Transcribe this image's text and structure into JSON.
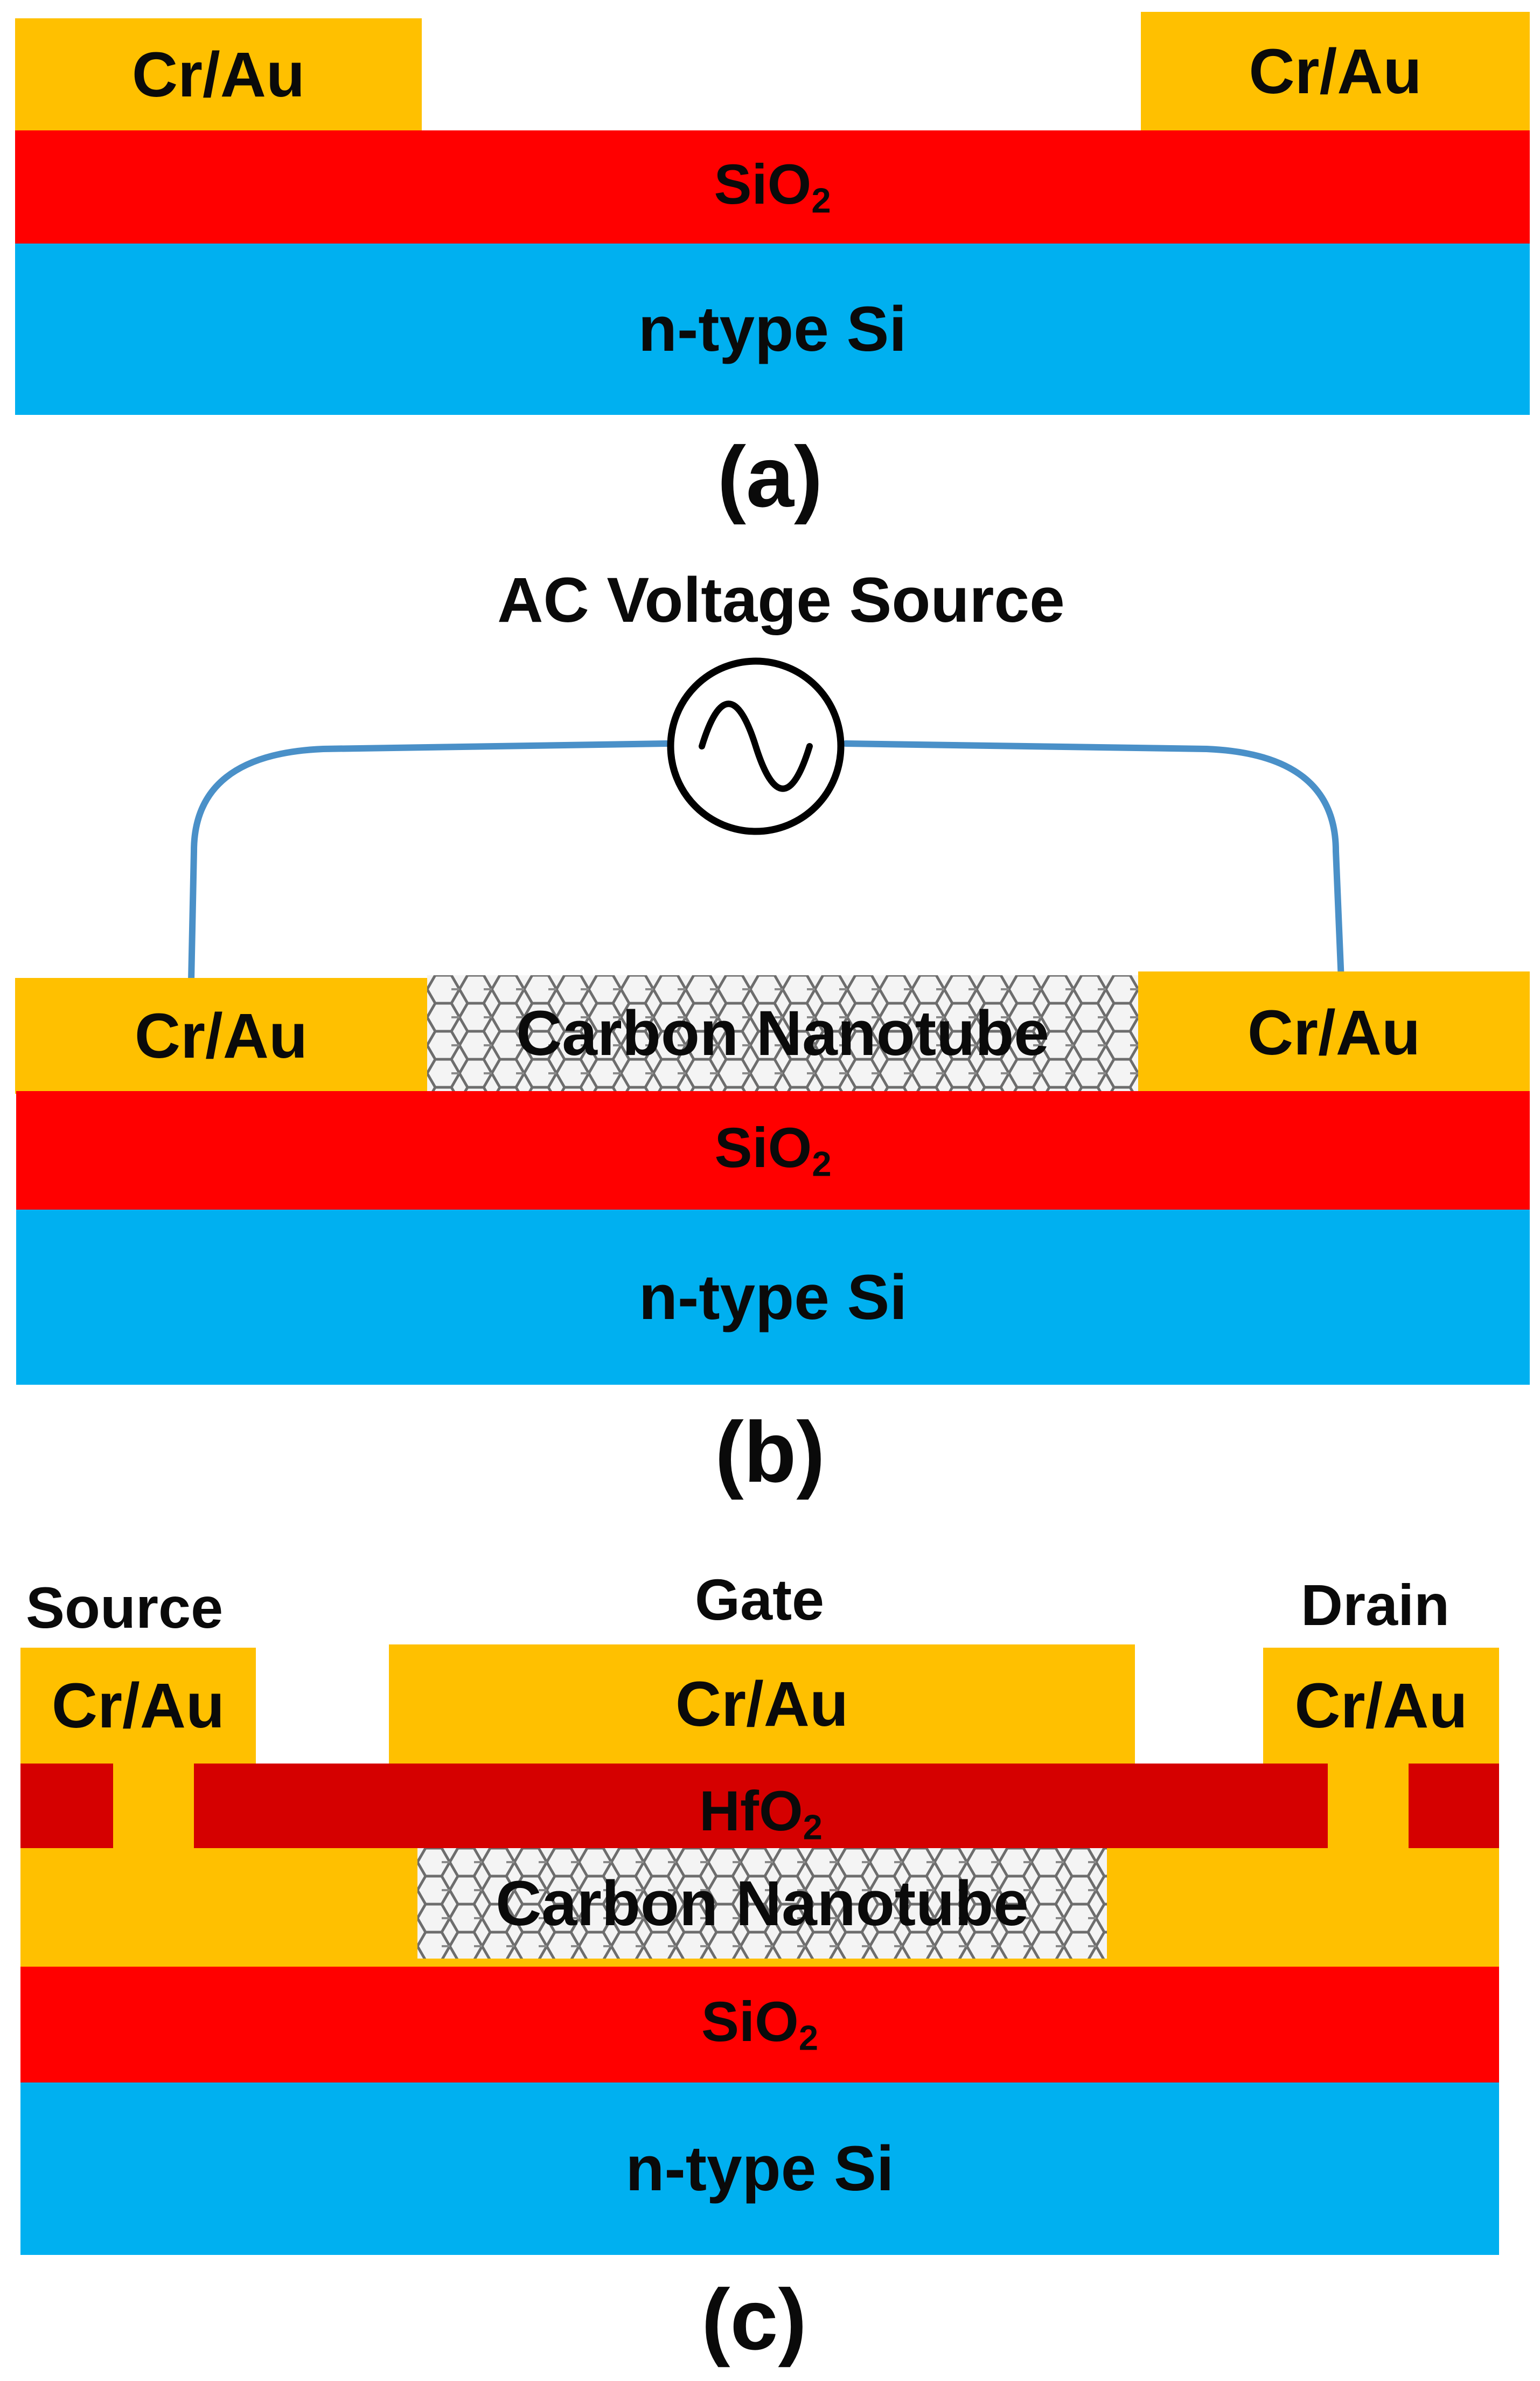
{
  "colors": {
    "metal": "#FFC000",
    "sio2": "#FF0000",
    "silicon": "#00B0F0",
    "hfo2": "#D50000",
    "wire": "#4A90C8"
  },
  "panel_a": {
    "label": "(a)",
    "left_contact": "Cr/Au",
    "right_contact": "Cr/Au",
    "oxide": "SiO",
    "oxide_sub": "2",
    "substrate": "n-type Si"
  },
  "panel_b": {
    "label": "(b)",
    "source_title": "AC Voltage Source",
    "source_icon": "ac-source-icon",
    "left_contact": "Cr/Au",
    "right_contact": "Cr/Au",
    "channel": "Carbon Nanotube",
    "oxide": "SiO",
    "oxide_sub": "2",
    "substrate": "n-type Si"
  },
  "panel_c": {
    "label": "(c)",
    "source_label": "Source",
    "gate_label": "Gate",
    "drain_label": "Drain",
    "source_contact": "Cr/Au",
    "gate_contact": "Cr/Au",
    "drain_contact": "Cr/Au",
    "dielectric": "HfO",
    "dielectric_sub": "2",
    "channel": "Carbon Nanotube",
    "oxide": "SiO",
    "oxide_sub": "2",
    "substrate": "n-type Si"
  }
}
